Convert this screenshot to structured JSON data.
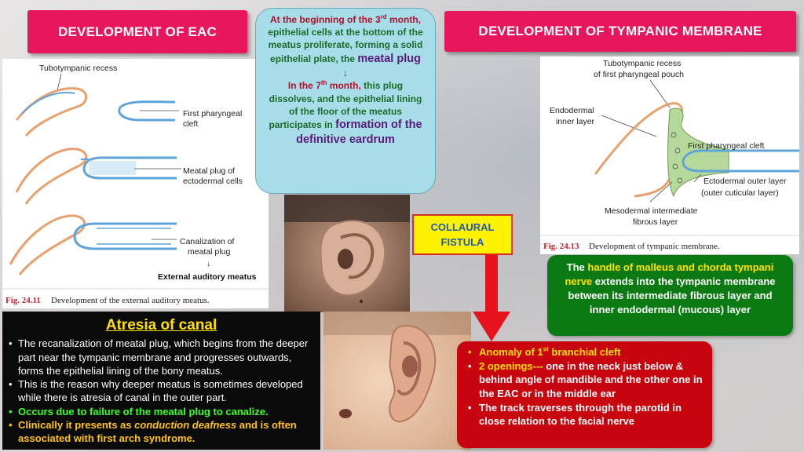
{
  "titles": {
    "left": "DEVELOPMENT OF EAC",
    "right": "DEVELOPMENT OF TYMPANIC MEMBRANE"
  },
  "fig_left": {
    "label_recess": "Tubotympanic recess",
    "label_cleft_1": "First pharyngeal",
    "label_cleft_2": "cleft",
    "label_plug_1": "Meatal plug of",
    "label_plug_2": "ectodermal cells",
    "label_canal_1": "Canalization of",
    "label_canal_2": "meatal plug",
    "label_eam": "External auditory meatus",
    "caption_num": "Fig. 24.11",
    "caption_text": "Development of the external auditory meatus."
  },
  "fig_right": {
    "label_recess_1": "Tubotympanic recess",
    "label_recess_2": "of first pharyngeal pouch",
    "label_endo_1": "Endodermal",
    "label_endo_2": "inner layer",
    "label_cleft": "First pharyngeal cleft",
    "label_ecto_1": "Ectodermal outer layer",
    "label_ecto_2": "(outer cuticular layer)",
    "label_meso_1": "Mesodermal intermediate",
    "label_meso_2": "fibrous layer",
    "caption_num": "Fig. 24.13",
    "caption_text": "Development of tympanic membrane."
  },
  "callout": {
    "p1_red": "At the beginning of the 3",
    "p1_sup": "rd",
    "p1_red2": "month,",
    "p1_green": "epithelial cells at the bottom of the meatus proliferate, forming a solid epithelial plate, the",
    "p1_term": "meatal plug",
    "arrow": "↓",
    "p2_red": "In the 7",
    "p2_sup": "th",
    "p2_red2": "month,",
    "p2_green": "this plug dissolves, and the epithelial lining of the floor of the meatus participates in",
    "p2_term": "formation of the definitive eardrum"
  },
  "fistula": {
    "line1": "COLLAURAL",
    "line2": "FISTULA"
  },
  "green_box": {
    "prefix": "The",
    "highlight": "handle of malleus and chorda tympani nerve",
    "rest": "extends into the tympanic membrane between its intermediate fibrous layer and inner endodermal (mucous) layer"
  },
  "atresia": {
    "title": "Atresia of canal",
    "bullet1": "The recanalization of meatal plug, which begins from the deeper part near the tympanic membrane and progresses outwards, forms the epithelial lining of the bony meatus.",
    "bullet2": "This is the reason why deeper meatus is sometimes developed while there is atresia of canal in the outer part.",
    "bullet3": "Occurs due to failure of the meatal plug to canalize.",
    "bullet4_a": "Clinically it presents as",
    "bullet4_em": "conduction deafness",
    "bullet4_b": "and is often associated with first arch syndrome."
  },
  "red_box": {
    "b1_a": "Anomaly of 1",
    "b1_sup": "st",
    "b1_b": "branchial cleft",
    "b2_y": "2 openings---",
    "b2_rest": "one in the neck just below & behind angle of mandible and the other one in the EAC or in the middle ear",
    "b3": "The track traverses through the parotid in close relation to the facial nerve"
  },
  "colors": {
    "banner": "#e8175d",
    "callout_bg": "#a7dde8",
    "green_box": "#0b7a12",
    "red_box": "#c8050f",
    "fistula_bg": "#fff200",
    "arrow": "#e8121c"
  }
}
